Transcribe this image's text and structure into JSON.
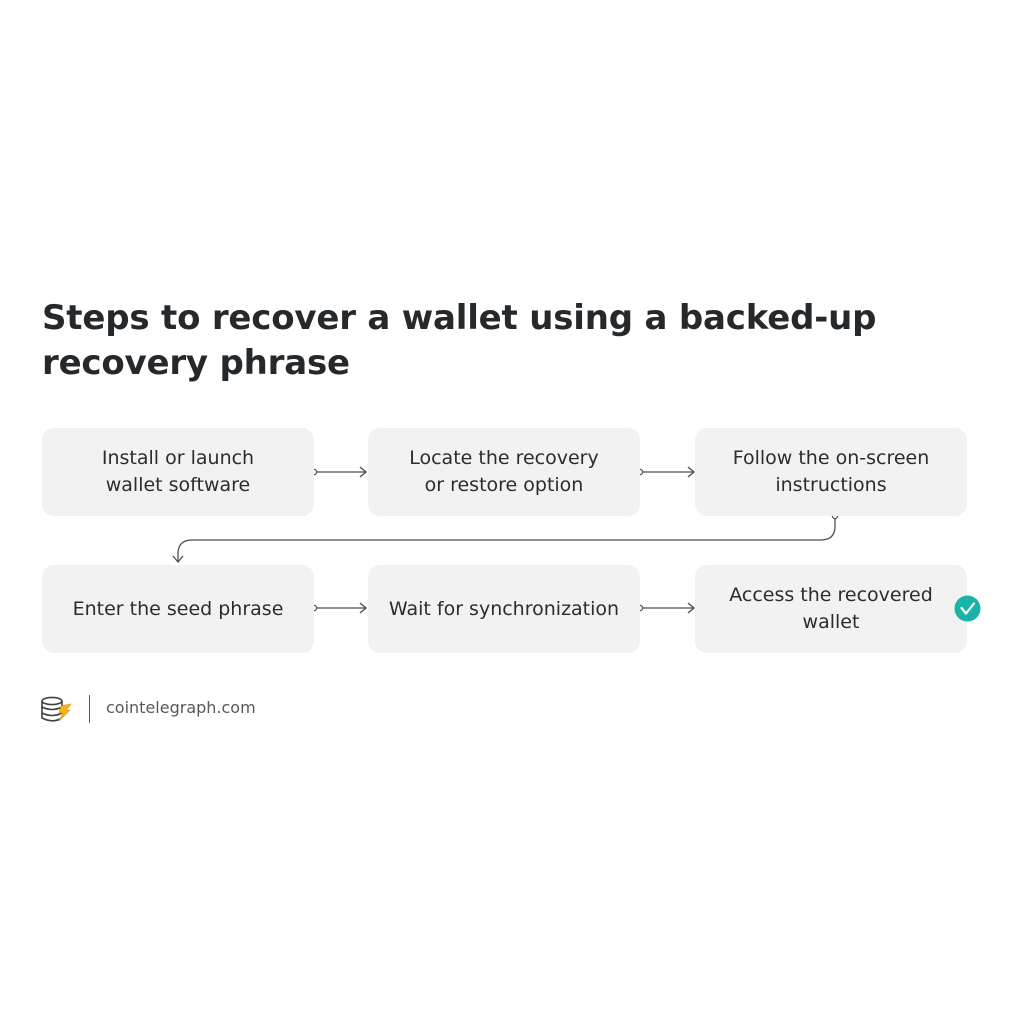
{
  "title": "Steps to recover a wallet using a backed-up recovery phrase",
  "steps": [
    {
      "label": "Install or launch\nwallet software"
    },
    {
      "label": "Locate the recovery\nor restore option"
    },
    {
      "label": "Follow the on-screen\ninstructions"
    },
    {
      "label": "Enter the seed phrase"
    },
    {
      "label": "Wait for synchronization"
    },
    {
      "label": "Access the recovered\nwallet"
    }
  ],
  "footer": {
    "logo_icon": "cointelegraph-logo-icon",
    "site": "cointelegraph.com"
  },
  "colors": {
    "box": "#f2f2f2",
    "text": "#26292c",
    "connector": "#4a5056",
    "check": "#1bb3a8"
  }
}
